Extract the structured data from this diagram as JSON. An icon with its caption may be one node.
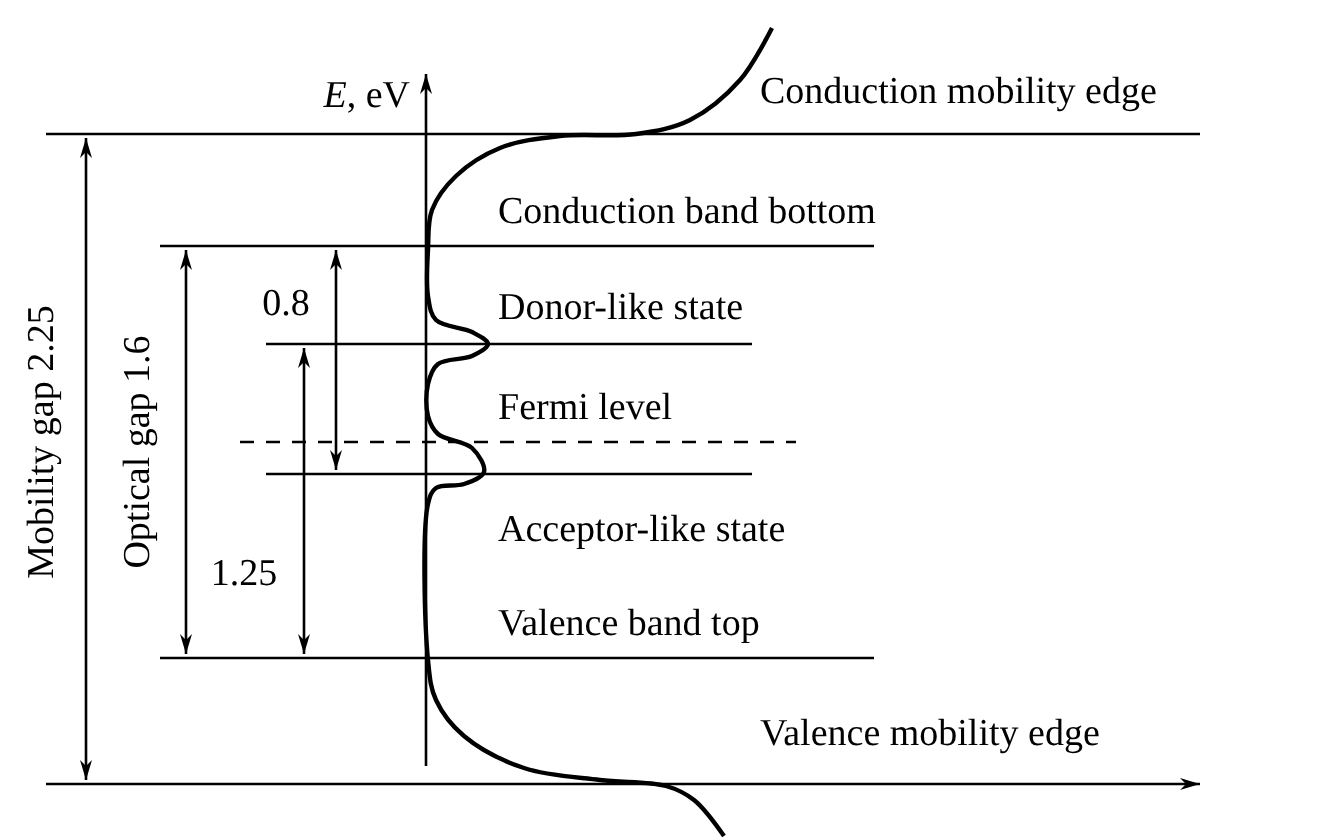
{
  "diagram": {
    "labels": [
      "*E*, eV",
      "Conduction mobility edge",
      "Conduction band bottom",
      "0.8",
      "Donor-like state",
      "Mobility gap 2.25",
      "Optical gap 1.6",
      "Fermi level",
      "Acceptor-like state",
      "1.25",
      "Valence band top",
      "Valence mobility edge"
    ]
  }
}
